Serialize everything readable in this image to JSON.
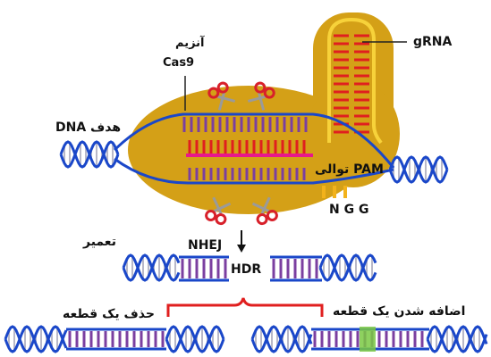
{
  "labels": {
    "enzyme_fa": "آنزیم",
    "enzyme_name": "Cas9",
    "grna": "gRNA",
    "target_dna": "DNA هدف",
    "pam": "توالی PAM",
    "ngg": "N G G",
    "repair": "تعمیر",
    "nhej": "NHEJ",
    "hdr": "HDR",
    "deletion": "حذف یک قطعه",
    "insertion": "اضافه شدن یک قطعه"
  },
  "colors": {
    "enzyme_body": "#d4a017",
    "enzyme_edge": "#c99a12",
    "dna_backbone": "#1a47c9",
    "dna_rungs": "#7b3fa0",
    "grna_rungs": "#e01f1f",
    "grna_strand": "#f7d23a",
    "grna_base": "#e8188c",
    "pam_bars": "#f2b21b",
    "scissors": "#d8202a",
    "bracket": "#e01f1f",
    "insert": "#7ac943"
  },
  "icons": {
    "scissors": "scissors-icon",
    "cut_arrow": "arrow-down-icon"
  }
}
